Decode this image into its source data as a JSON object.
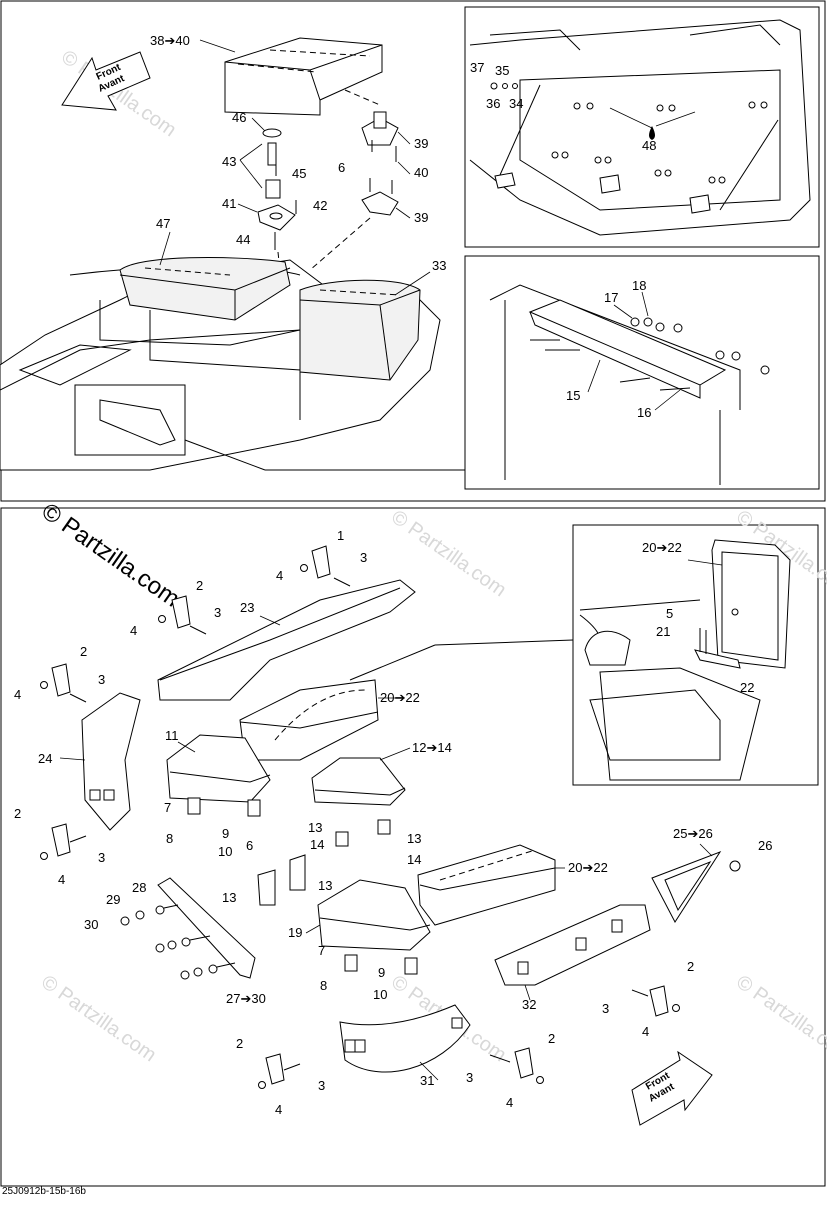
{
  "watermarks": {
    "main": "© Partzilla.com",
    "faint": "© Partzilla.com"
  },
  "arrow_text": {
    "line1": "Front",
    "line2": "Avant"
  },
  "diagram_code": "25J0912b-15b-16b",
  "top_labels": {
    "l38_40": "38➔40",
    "l46": "46",
    "l43": "43",
    "l45": "45",
    "l41": "41",
    "l42": "42",
    "l44": "44",
    "l39a": "39",
    "l40": "40",
    "l6": "6",
    "l39b": "39",
    "l47": "47",
    "l33": "33",
    "l37": "37",
    "l35": "35",
    "l36": "36",
    "l34": "34",
    "l48": "48",
    "l17": "17",
    "l18": "18",
    "l15": "15",
    "l16": "16"
  },
  "bottom_labels": {
    "l1": "1",
    "l3a": "3",
    "l4a": "4",
    "l2a": "2",
    "l3b": "3",
    "l4b": "4",
    "l23": "23",
    "l2b": "2",
    "l4c": "4",
    "l3c": "3",
    "l20_22a": "20➔22",
    "l24": "24",
    "l11": "11",
    "l12_14": "12➔14",
    "l7a": "7",
    "l8a": "8",
    "l9a": "9",
    "l10a": "10",
    "l13a": "13",
    "l14a": "14",
    "l13b": "13",
    "l14b": "14",
    "l2c": "2",
    "l3d": "3",
    "l4d": "4",
    "l6": "6",
    "l13c": "13",
    "l13d": "13",
    "l28": "28",
    "l29": "29",
    "l30": "30",
    "l20_22b": "20➔22",
    "l25_26": "25➔26",
    "l26": "26",
    "l19": "19",
    "l7b": "7",
    "l9b": "9",
    "l8b": "8",
    "l10b": "10",
    "l27_30": "27➔30",
    "l2d": "2",
    "l3e": "3",
    "l4e": "4",
    "l32": "32",
    "l2e": "2",
    "l3f": "3",
    "l4f": "4",
    "l2f": "2",
    "l3g": "3",
    "l4g": "4",
    "l31": "31",
    "i20_22": "20➔22",
    "i5": "5",
    "i21": "21",
    "i22": "22"
  }
}
